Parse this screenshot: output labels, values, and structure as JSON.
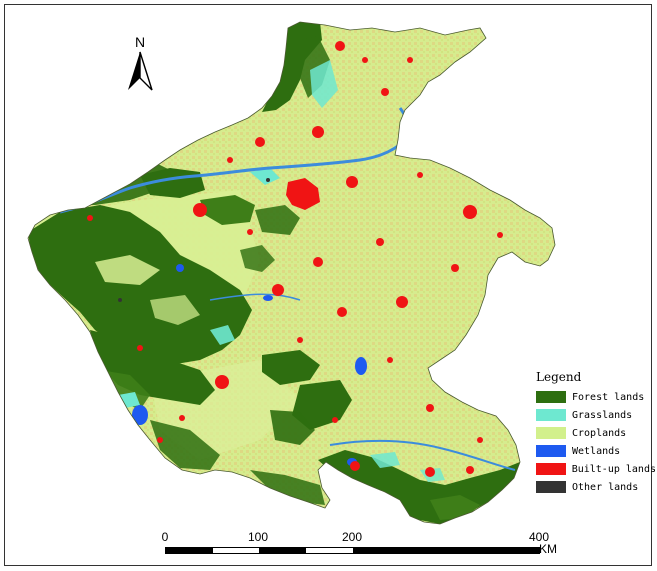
{
  "north_arrow": {
    "label": "N"
  },
  "legend": {
    "title": "Legend",
    "items": [
      {
        "label": "Forest lands",
        "color": "#2e6e10"
      },
      {
        "label": "Grasslands",
        "color": "#6ee8d0"
      },
      {
        "label": "Croplands",
        "color": "#d2f08c"
      },
      {
        "label": "Wetlands",
        "color": "#1e5af0"
      },
      {
        "label": "Built-up lands",
        "color": "#f01414"
      },
      {
        "label": "Other lands",
        "color": "#333333"
      }
    ]
  },
  "scale_bar": {
    "ticks": [
      "0",
      "100",
      "200",
      "400"
    ],
    "unit": "KM"
  },
  "colors": {
    "forest": "#2e6e10",
    "grass": "#6ee8d0",
    "crop": "#d2f08c",
    "crop_dense": "#e6c878",
    "wetland": "#1e5af0",
    "urban": "#f01414",
    "river": "#3c8cdc"
  }
}
